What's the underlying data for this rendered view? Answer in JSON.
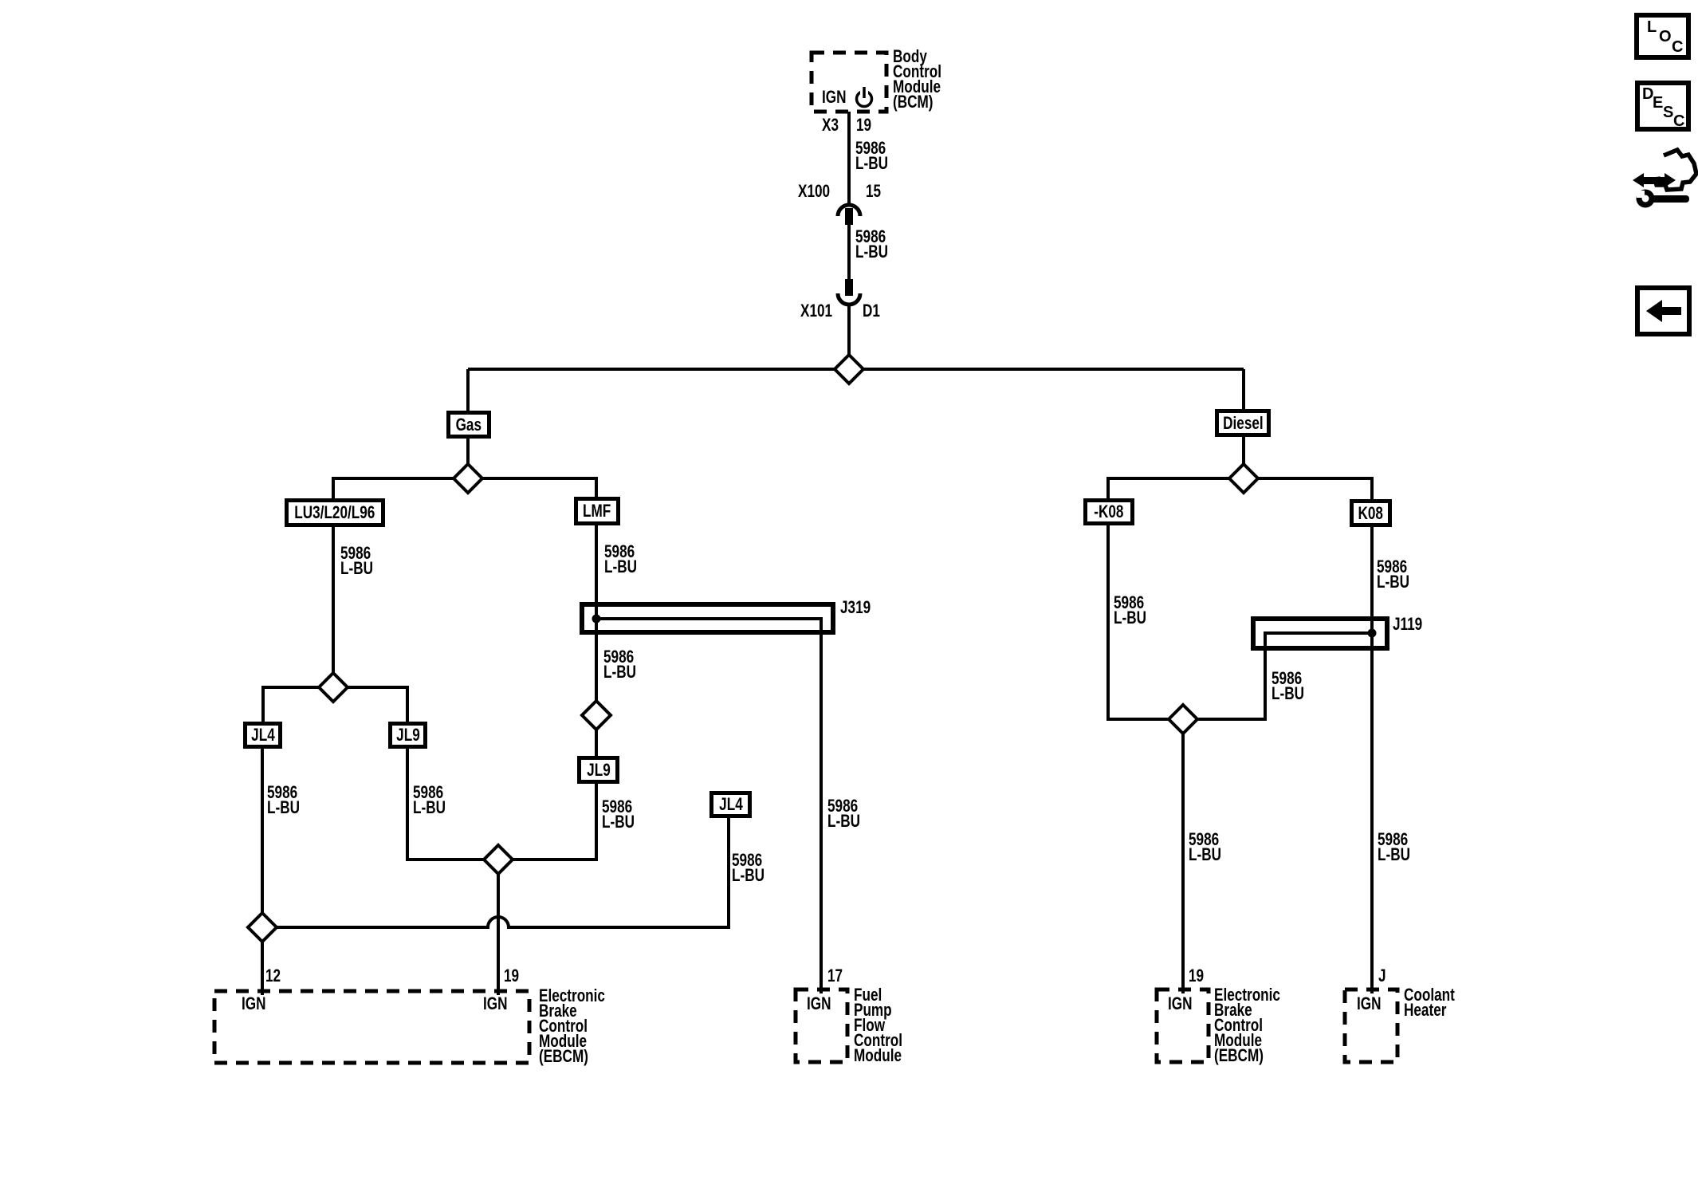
{
  "colors": {
    "ink": "#000000",
    "paper": "#ffffff"
  },
  "bcm": {
    "terminal": "IGN",
    "name": "Body\nControl\nModule\n(BCM)"
  },
  "wire_label": "5986\nL-BU",
  "connectors": {
    "x3": {
      "label": "X3",
      "pin": "19"
    },
    "x100": {
      "label": "X100",
      "pin": "15"
    },
    "x101": {
      "label": "X101",
      "pin": "D1"
    },
    "j319": {
      "label": "J319"
    },
    "j119": {
      "label": "J119"
    }
  },
  "branches": {
    "gas": "Gas",
    "diesel": "Diesel",
    "lu3": "LU3/L20/L96",
    "lmf": "LMF",
    "k08_not": "-K08",
    "k08": "K08",
    "jl4": "JL4",
    "jl9": "JL9"
  },
  "modules": {
    "ebcm_gas": {
      "pin_left": "12",
      "pin_right": "19",
      "terminal": "IGN",
      "name": "Electronic\nBrake\nControl\nModule\n(EBCM)"
    },
    "fuel_pump_module": {
      "pin": "17",
      "terminal": "IGN",
      "name": "Fuel\nPump\nFlow\nControl\nModule"
    },
    "ebcm_diesel": {
      "pin": "19",
      "terminal": "IGN",
      "name": "Electronic\nBrake\nControl\nModule\n(EBCM)"
    },
    "coolant_heater": {
      "pin": "J",
      "terminal": "IGN",
      "name": "Coolant\nHeater"
    }
  },
  "toolbar": {
    "loc": [
      "L",
      "O",
      "C"
    ],
    "desc": [
      "D",
      "E",
      "S",
      "C"
    ]
  }
}
